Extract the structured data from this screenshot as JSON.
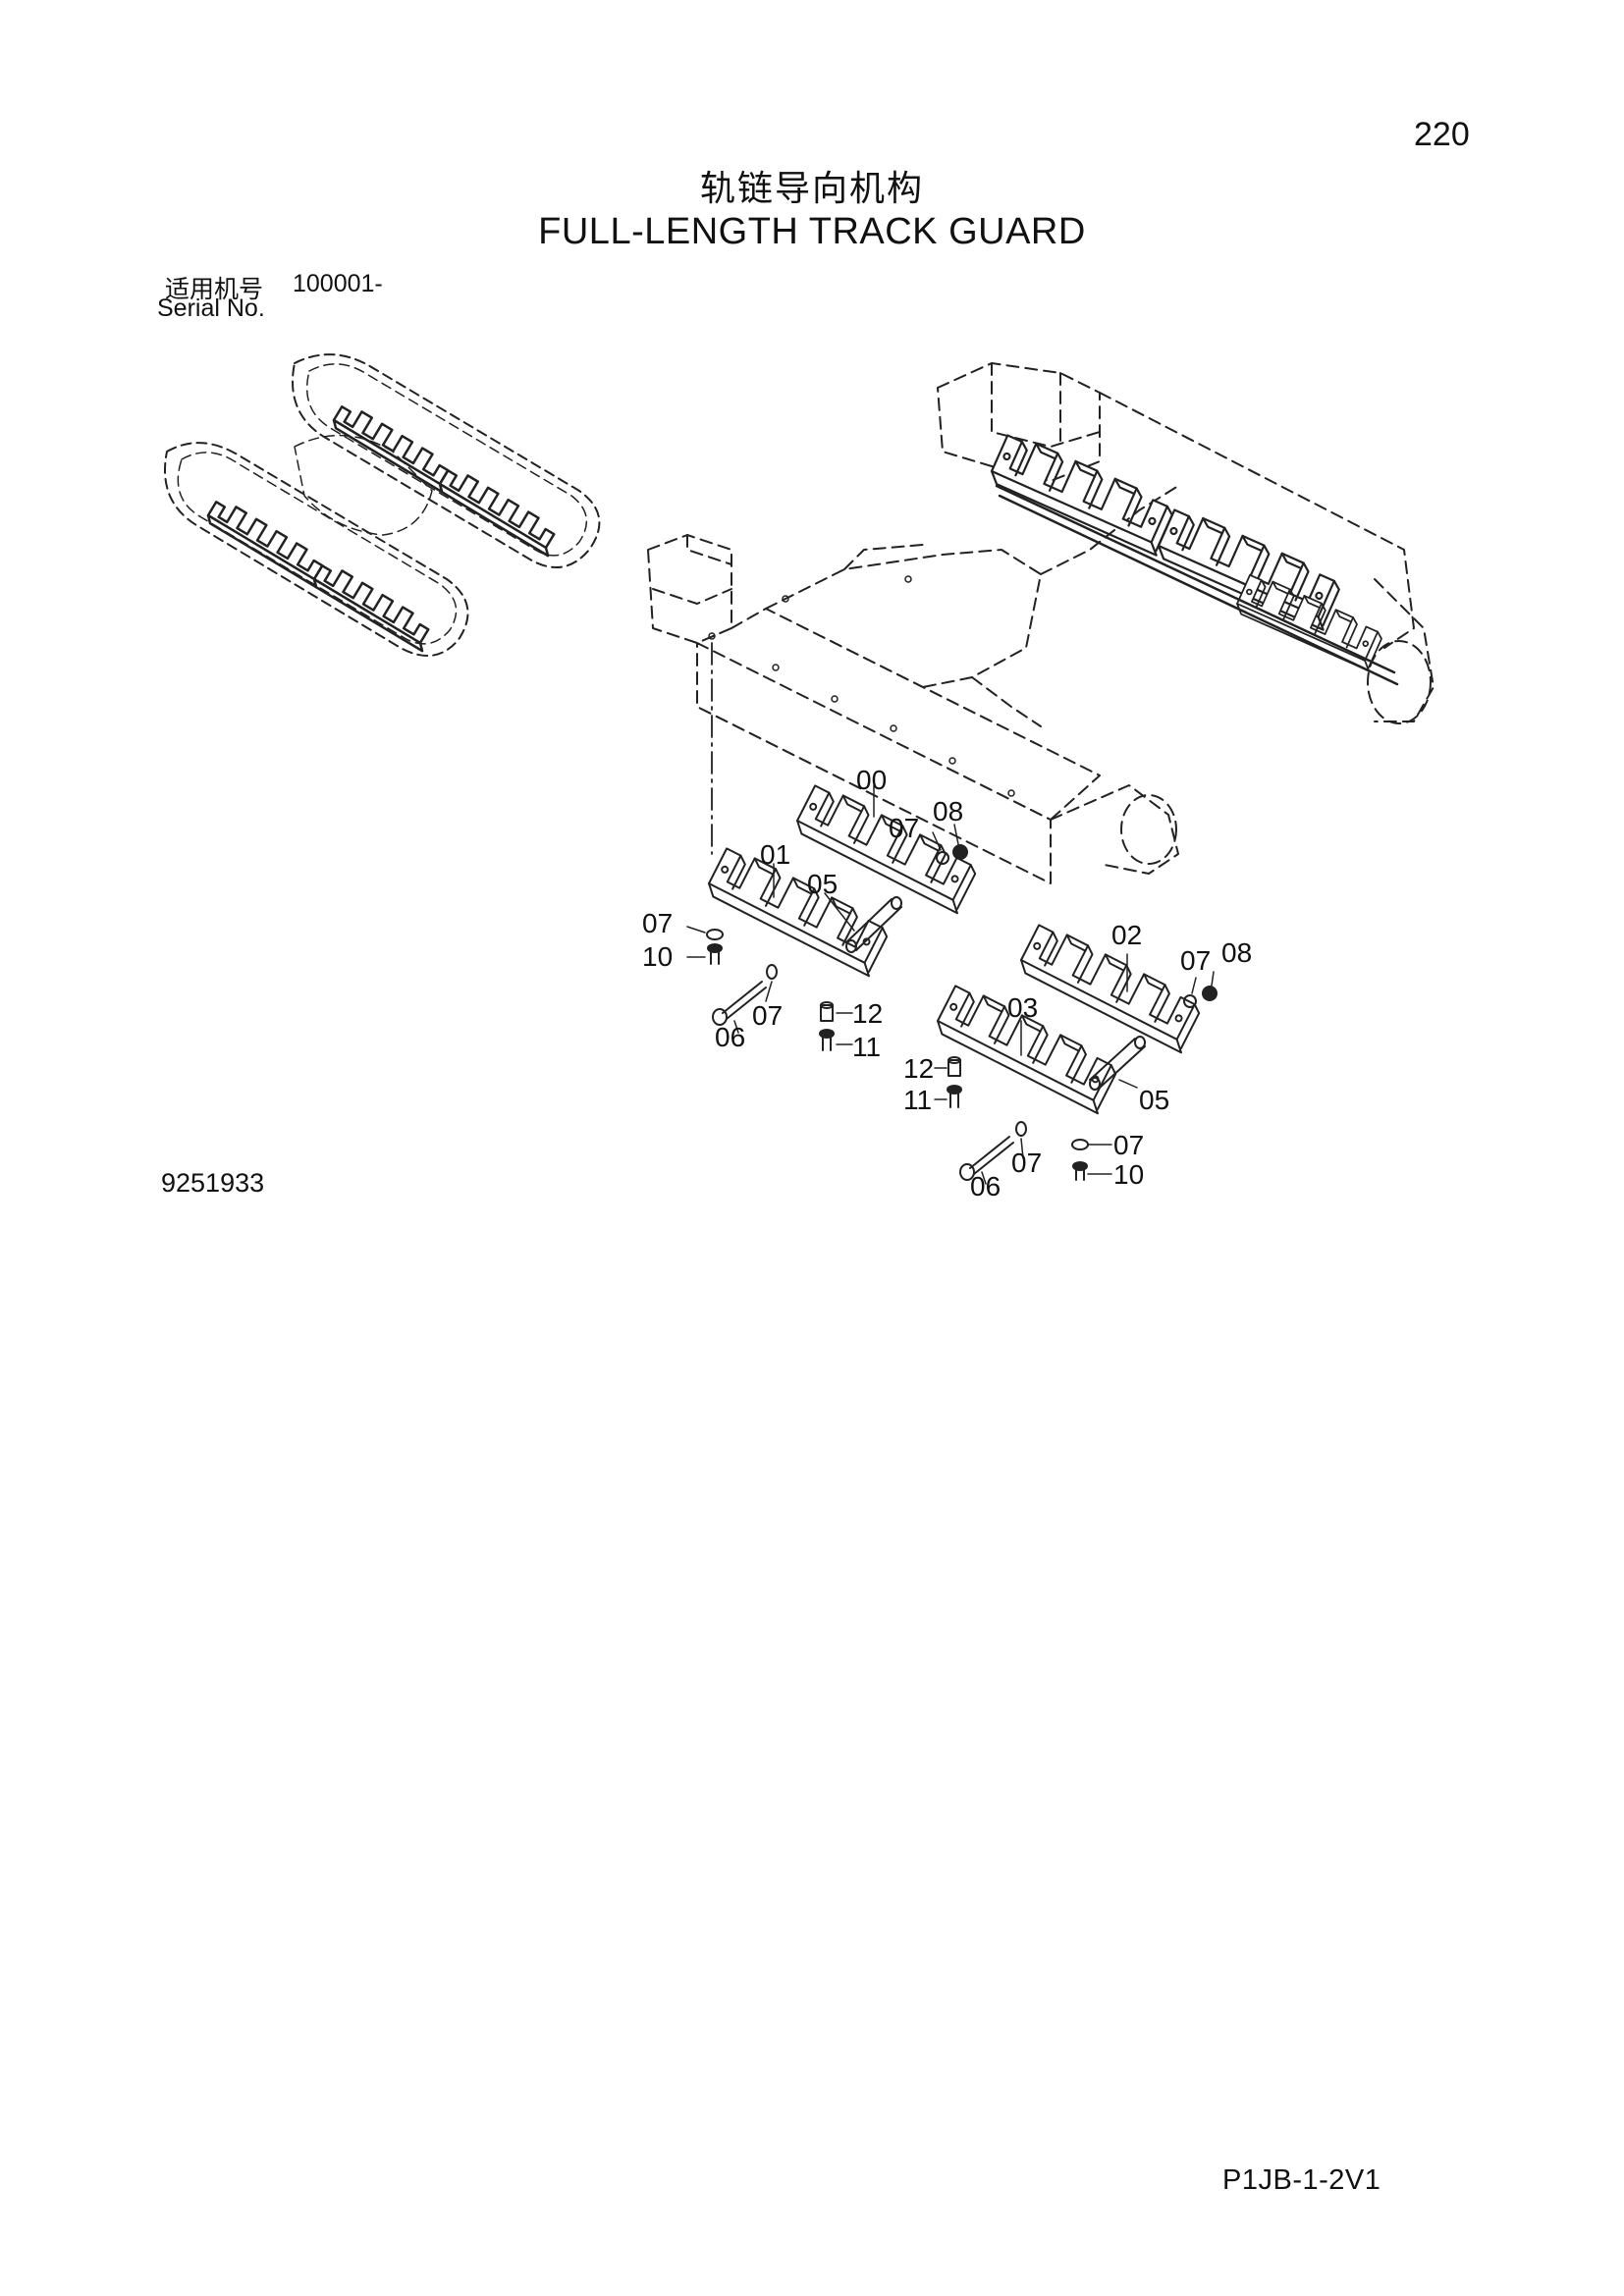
{
  "header": {
    "page_number": "220",
    "title_cn": "轨链导向机构",
    "title_en": "FULL-LENGTH TRACK GUARD",
    "serial_label_cn": "适用机号",
    "serial_range": "100001-",
    "serial_label_en": "Serial No."
  },
  "callouts": [
    {
      "id": "c-00",
      "label": "00"
    },
    {
      "id": "c-07a",
      "label": "07"
    },
    {
      "id": "c-08a",
      "label": "08"
    },
    {
      "id": "c-01",
      "label": "01"
    },
    {
      "id": "c-05a",
      "label": "05"
    },
    {
      "id": "c-07b",
      "label": "07"
    },
    {
      "id": "c-10a",
      "label": "10"
    },
    {
      "id": "c-07c",
      "label": "07"
    },
    {
      "id": "c-06a",
      "label": "06"
    },
    {
      "id": "c-12a",
      "label": "12"
    },
    {
      "id": "c-11a",
      "label": "11"
    },
    {
      "id": "c-02",
      "label": "02"
    },
    {
      "id": "c-07d",
      "label": "07"
    },
    {
      "id": "c-08b",
      "label": "08"
    },
    {
      "id": "c-03",
      "label": "03"
    },
    {
      "id": "c-12b",
      "label": "12"
    },
    {
      "id": "c-11b",
      "label": "11"
    },
    {
      "id": "c-05b",
      "label": "05"
    },
    {
      "id": "c-07e",
      "label": "07"
    },
    {
      "id": "c-07f",
      "label": "07"
    },
    {
      "id": "c-10b",
      "label": "10"
    },
    {
      "id": "c-06b",
      "label": "06"
    }
  ],
  "footer": {
    "drawing_number": "9251933",
    "page_code": "P1JB-1-2V1"
  }
}
